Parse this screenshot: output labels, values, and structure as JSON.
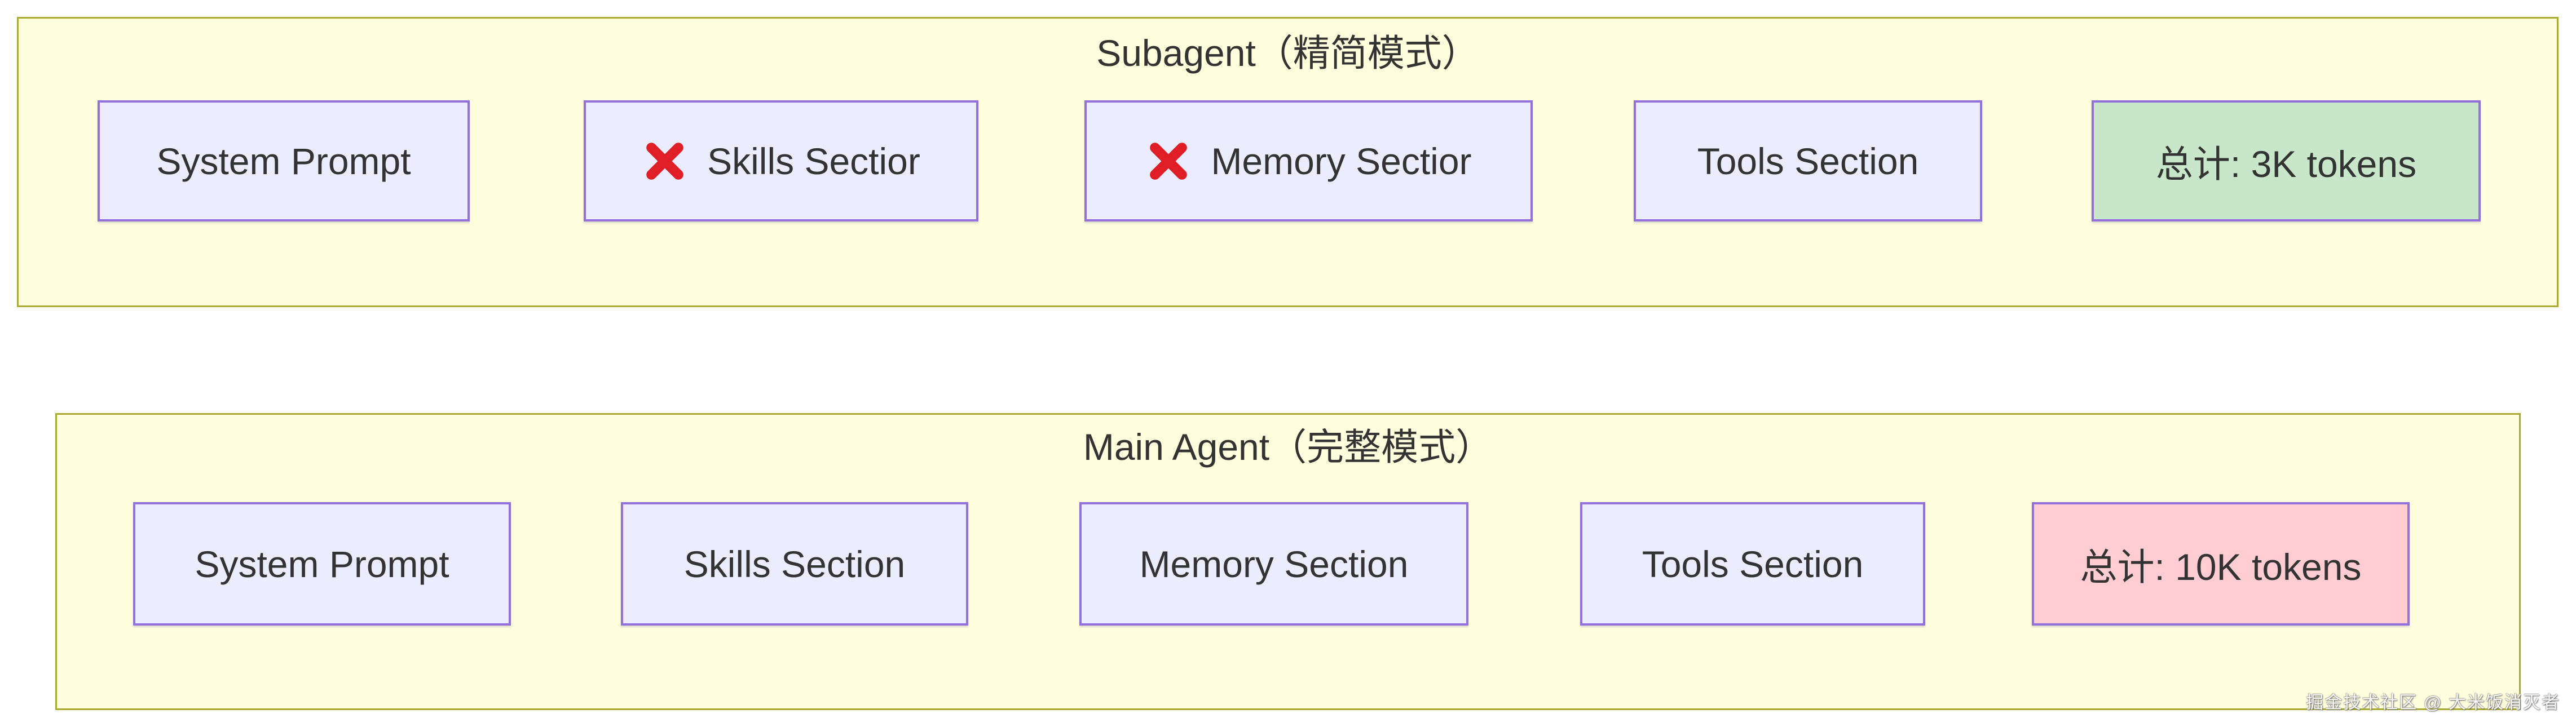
{
  "diagram": {
    "groups": [
      {
        "title": "Subagent（精简模式）",
        "nodes": [
          {
            "label": "System Prompt"
          },
          {
            "label": "Skills Sectior",
            "icon": "cross-mark"
          },
          {
            "label": "Memory Sectior",
            "icon": "cross-mark"
          },
          {
            "label": "Tools Section"
          },
          {
            "label": "总计: 3K tokens",
            "highlight": "green"
          }
        ]
      },
      {
        "title": "Main Agent（完整模式）",
        "nodes": [
          {
            "label": "System Prompt"
          },
          {
            "label": "Skills Section"
          },
          {
            "label": "Memory Section"
          },
          {
            "label": "Tools Section"
          },
          {
            "label": "总计: 10K tokens",
            "highlight": "pink"
          }
        ]
      }
    ],
    "watermark": "掘金技术社区 @ 大米饭消灭者",
    "colors": {
      "cluster_fill": "#ffffde",
      "cluster_border": "#aaaa33",
      "node_fill": "#ececff",
      "node_border": "#9370db",
      "total_green_fill": "#c8e6c9",
      "total_pink_fill": "#ffcdd2",
      "label_text": "#333333",
      "cross_mark_red": "#df1f25"
    }
  }
}
